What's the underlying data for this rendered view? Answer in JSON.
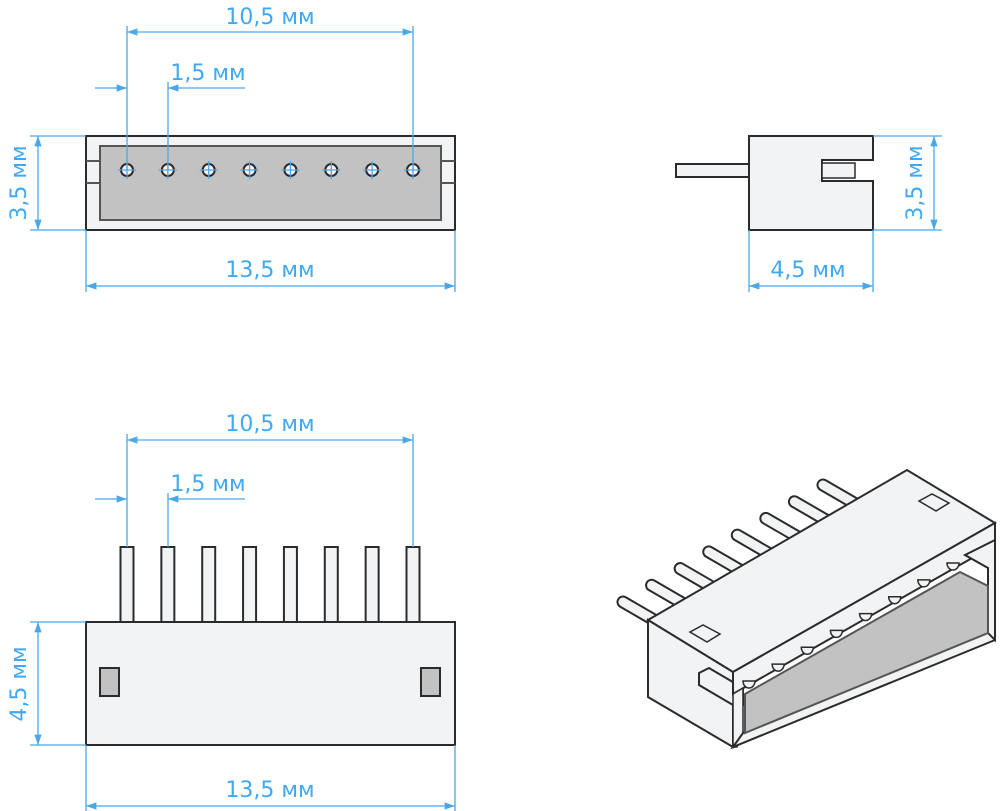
{
  "title": "8-pin connector dimensional drawing",
  "colors": {
    "dimension": "#3fa9f5",
    "body": "#f2f3f5",
    "cavity": "#c2c2c2",
    "outline": "#2b2b2b"
  },
  "views": {
    "front": {
      "pitch_total": "10,5 мм",
      "pitch": "1,5 мм",
      "height": "3,5 мм",
      "width": "13,5 мм",
      "pin_count": 8
    },
    "side": {
      "height": "3,5 мм",
      "depth": "4,5 мм"
    },
    "top": {
      "pitch_total": "10,5 мм",
      "pitch": "1,5 мм",
      "height": "4,5 мм",
      "width": "13,5 мм"
    },
    "isometric": {
      "pin_count": 8
    }
  }
}
